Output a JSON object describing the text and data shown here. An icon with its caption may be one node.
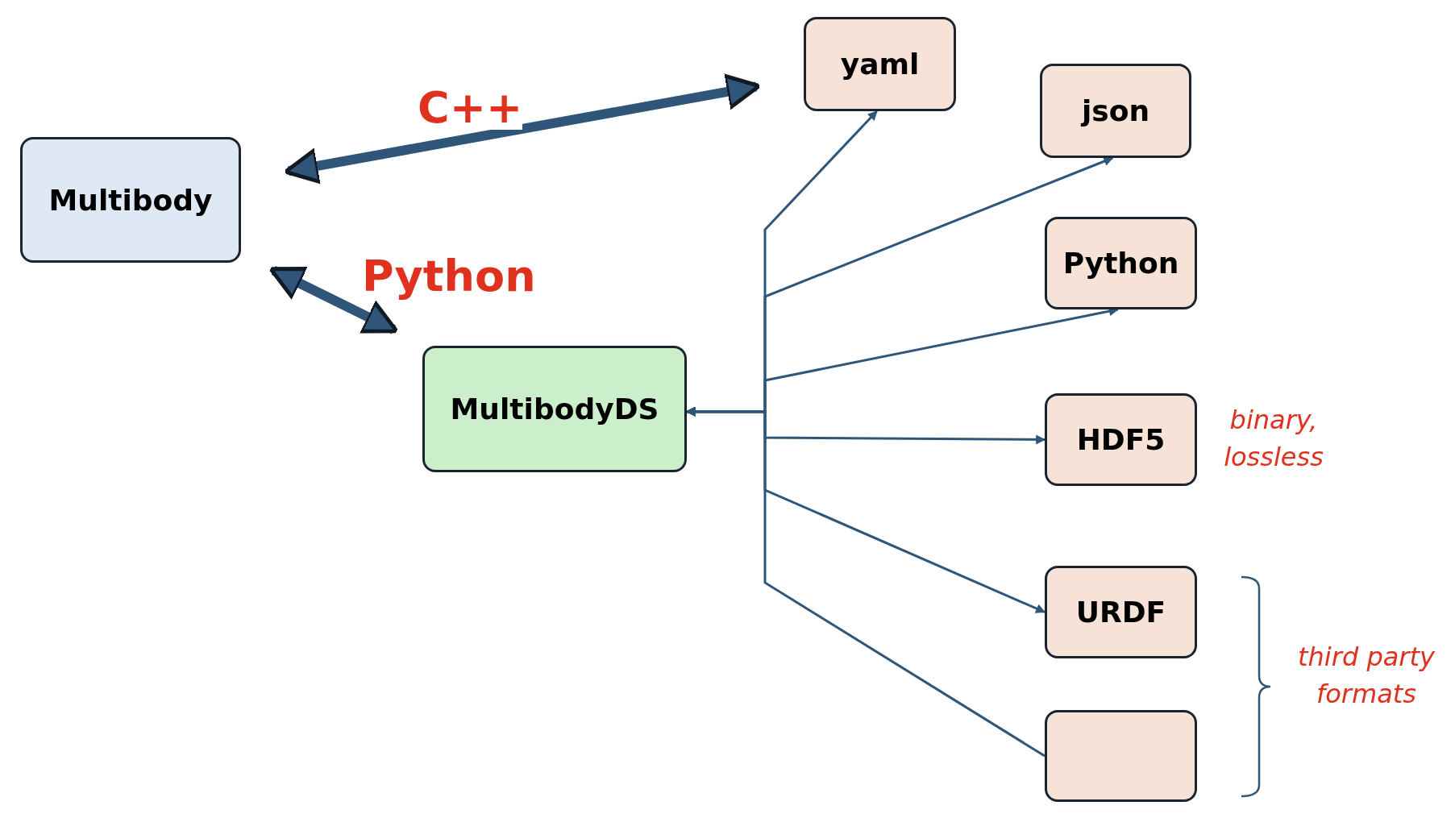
{
  "diagram": {
    "nodes": [
      {
        "text": [
          "Multibody"
        ]
      },
      {
        "text": [
          "MultibodyDS"
        ]
      },
      {
        "text": [
          "yaml"
        ]
      },
      {
        "text": [
          "json"
        ]
      },
      {
        "text": [
          "Python"
        ]
      },
      {
        "text": [
          "HDF5"
        ],
        "beside": [
          "binary, lossless"
        ]
      },
      {
        "text": [
          "URDF"
        ]
      },
      {
        "text": [],
        "shape": "box"
      }
    ],
    "edges": [
      {
        "from": 0,
        "to": 2,
        "arrow": "both",
        "label": "C++",
        "style": "thick"
      },
      {
        "from": 0,
        "to": 1,
        "arrow": "both",
        "label": "Python",
        "style": "thick"
      },
      {
        "from": 1,
        "to": 2,
        "arrow": "both"
      },
      {
        "from": 1,
        "to": 3,
        "arrow": "both"
      },
      {
        "from": 1,
        "to": 4,
        "arrow": "both"
      },
      {
        "from": 1,
        "to": 5,
        "arrow": "both"
      },
      {
        "from": 1,
        "to": 6,
        "arrow": "both"
      },
      {
        "from": 7,
        "to": 1,
        "arrow": "to"
      }
    ],
    "labels": [
      "third party formats"
    ]
  }
}
